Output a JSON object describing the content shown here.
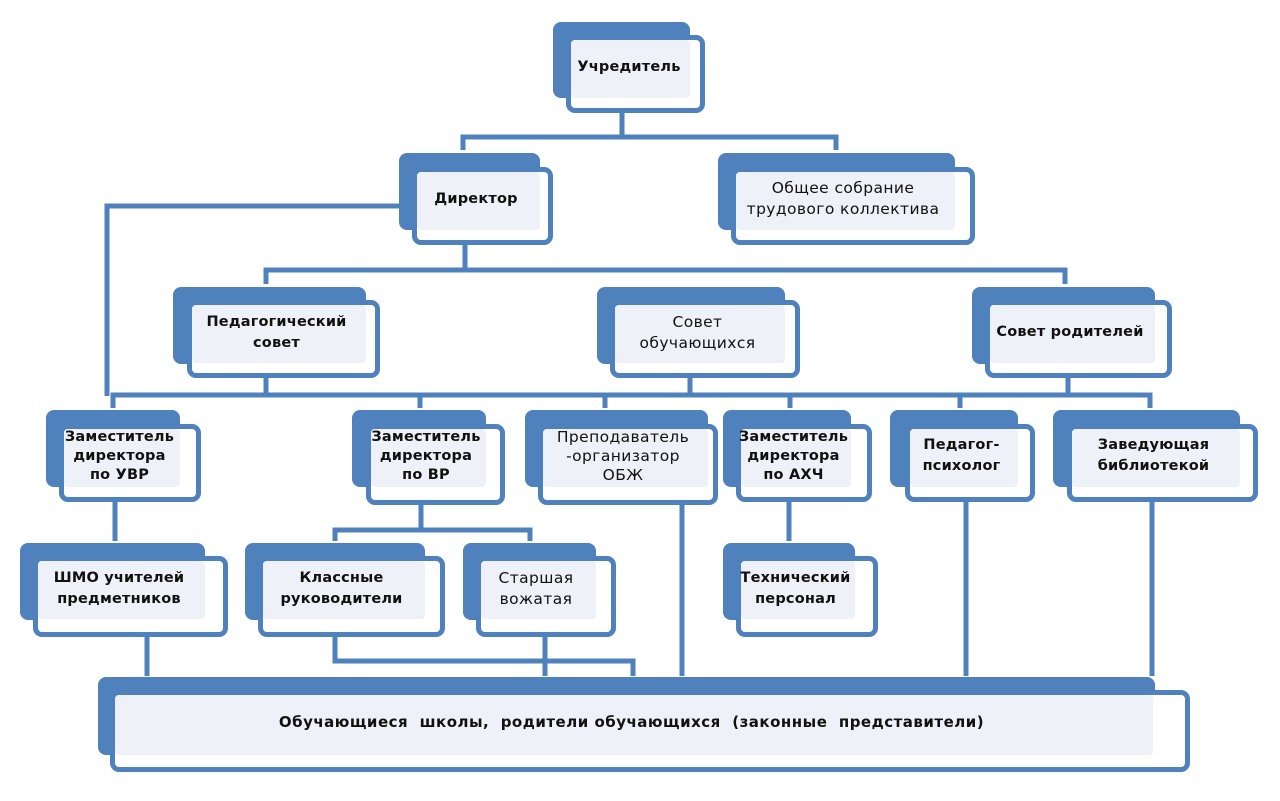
{
  "diagram": {
    "title": "Организационная структура школы",
    "colors": {
      "box_fill": "#4f81bd",
      "line": "#4f81bd",
      "inner_fill": "#eef2f8",
      "text": "#111111"
    },
    "nodes": {
      "founder": {
        "lines": [
          "Учредитель"
        ]
      },
      "director": {
        "lines": [
          "Директор"
        ]
      },
      "general_meeting": {
        "lines": [
          "Общее собрание",
          "трудового коллектива"
        ]
      },
      "pedagogical_council": {
        "lines": [
          "Педагогический",
          "совет"
        ]
      },
      "student_council": {
        "lines": [
          "Совет",
          "обучающихся"
        ]
      },
      "parent_council": {
        "lines": [
          "Совет родителей"
        ]
      },
      "deputy_uvr": {
        "lines": [
          "Заместитель",
          "директора",
          "по УВР"
        ]
      },
      "deputy_vr": {
        "lines": [
          "Заместитель",
          "директора",
          "по ВР"
        ]
      },
      "obzh_teacher": {
        "lines": [
          "Преподаватель",
          "-организатор",
          "ОБЖ"
        ]
      },
      "deputy_ahch": {
        "lines": [
          "Заместитель",
          "директора",
          "по АХЧ"
        ]
      },
      "psychologist": {
        "lines": [
          "Педагог-",
          "психолог"
        ]
      },
      "librarian": {
        "lines": [
          "Заведующая",
          "библиотекой"
        ]
      },
      "shmo": {
        "lines": [
          "ШМО учителей",
          "предметников"
        ]
      },
      "class_teachers": {
        "lines": [
          "Классные",
          "руководители"
        ]
      },
      "senior_counselor": {
        "lines": [
          "Старшая",
          "вожатая"
        ]
      },
      "technical_staff": {
        "lines": [
          "Технический",
          "персонал"
        ]
      },
      "students_parents": {
        "lines": [
          "Обучающиеся  школы,  родители обучающихся  (законные  представители)"
        ]
      }
    }
  }
}
